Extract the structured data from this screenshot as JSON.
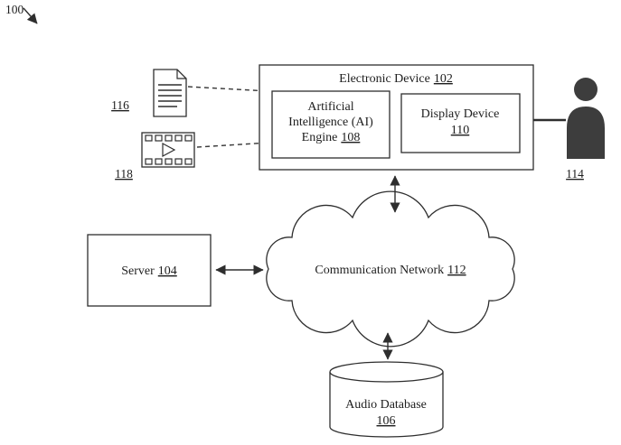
{
  "figure_ref": "100",
  "electronic_device": {
    "label": "Electronic Device",
    "ref": "102"
  },
  "ai_engine": {
    "line1": "Artificial",
    "line2": "Intelligence (AI)",
    "line3": "Engine",
    "ref": "108"
  },
  "display_device": {
    "label": "Display Device",
    "ref": "110"
  },
  "server": {
    "label": "Server",
    "ref": "104"
  },
  "network": {
    "label": "Communication Network",
    "ref": "112"
  },
  "audio_database": {
    "label": "Audio Database",
    "ref": "106"
  },
  "user_ref": "114",
  "document_ref": "116",
  "video_ref": "118"
}
